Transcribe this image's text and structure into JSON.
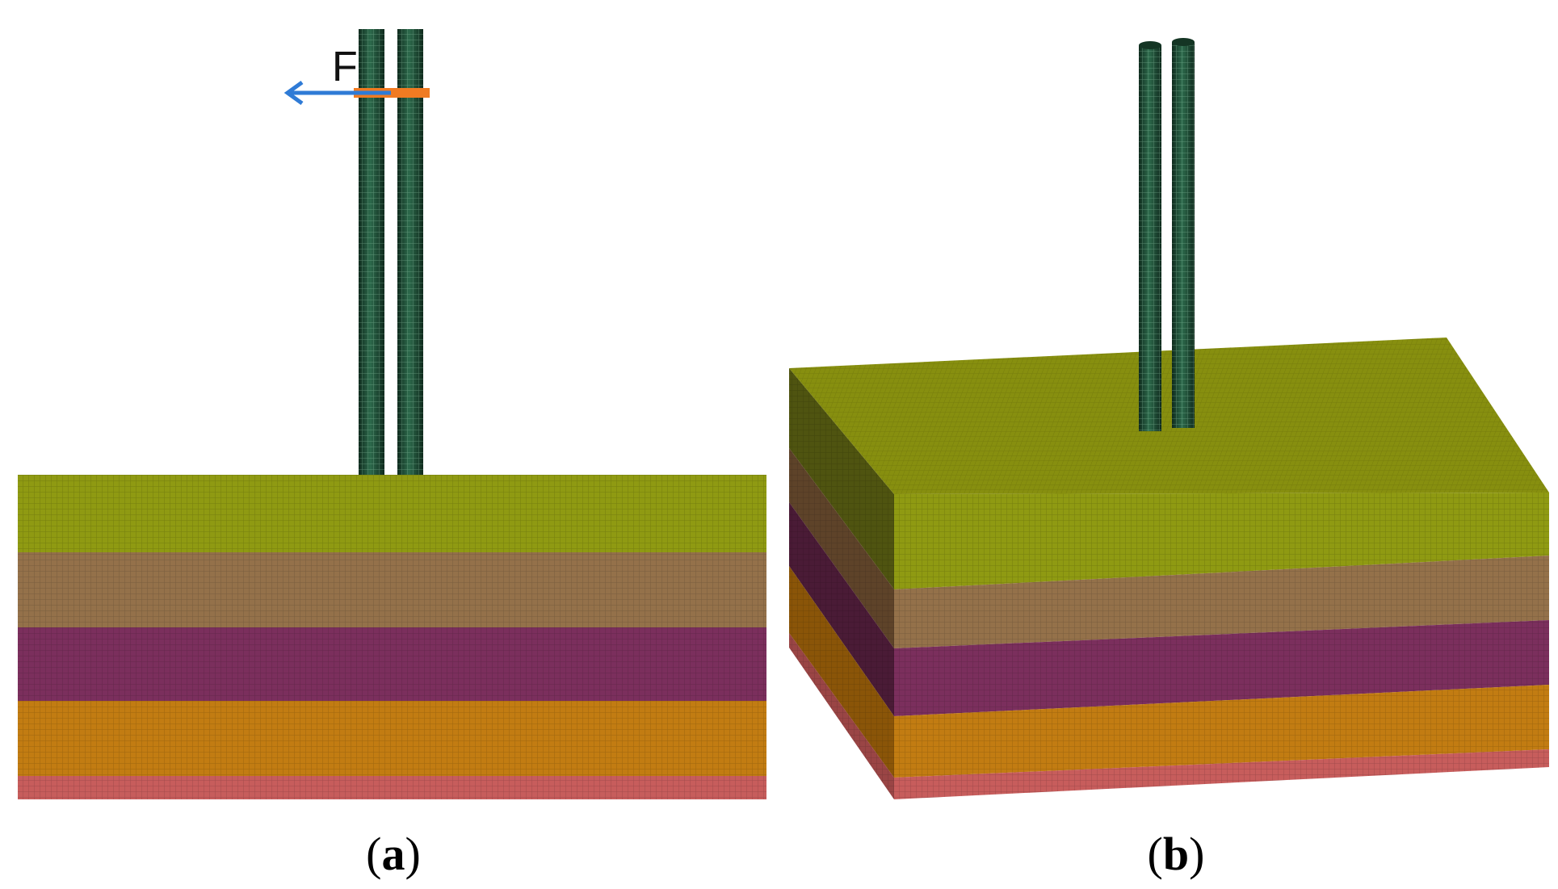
{
  "panels": [
    {
      "id": "a",
      "caption_open": "(",
      "caption_letter": "a",
      "caption_close": ")",
      "force_label": "F",
      "pile_count": 2,
      "soil_layers": [
        "layer-1",
        "layer-2",
        "layer-3",
        "layer-4",
        "layer-5"
      ]
    },
    {
      "id": "b",
      "caption_open": "(",
      "caption_letter": "b",
      "caption_close": ")",
      "pile_count": 2,
      "soil_layers": [
        "layer-1",
        "layer-2",
        "layer-3",
        "layer-4",
        "layer-5"
      ]
    }
  ],
  "colors": {
    "pile": "#1f4b36",
    "pile_mesh": "#6fa88a",
    "layer_1": "#8f9a12",
    "layer_2": "#94714a",
    "layer_3": "#7b2f5d",
    "layer_4": "#c27c12",
    "layer_5": "#c75d5c",
    "force_arrow": "#2f7bd6",
    "load_bar": "#f07b22"
  }
}
